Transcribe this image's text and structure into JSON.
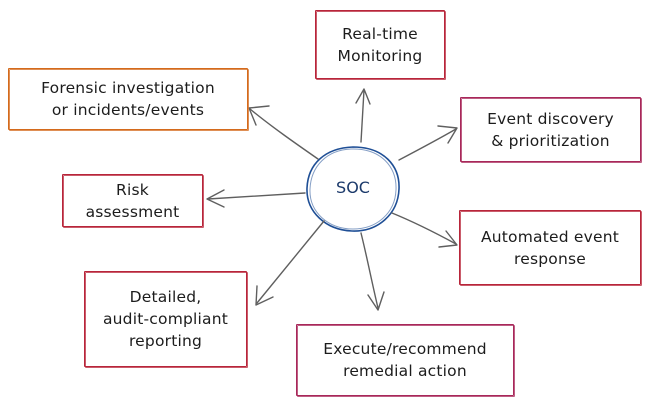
{
  "colors": {
    "hub_stroke": "#1f4f96",
    "arrow_stroke": "#5f5f5f",
    "red_box": "#b8253a",
    "orange_box": "#d46a1c"
  },
  "hub": {
    "label": "SOC"
  },
  "nodes": [
    {
      "label": "Real-time\nMonitoring",
      "color": "#b8253a"
    },
    {
      "label": "Event discovery\n& prioritization",
      "color": "#a8285a"
    },
    {
      "label": "Automated event\nresponse",
      "color": "#b8253a"
    },
    {
      "label": "Execute/recommend\nremedial action",
      "color": "#a8285a"
    },
    {
      "label": "Detailed,\naudit-compliant\nreporting",
      "color": "#b8253a"
    },
    {
      "label": "Risk\nassessment",
      "color": "#b8253a"
    },
    {
      "label": "Forensic investigation\nor incidents/events",
      "color": "#d46a1c"
    }
  ]
}
